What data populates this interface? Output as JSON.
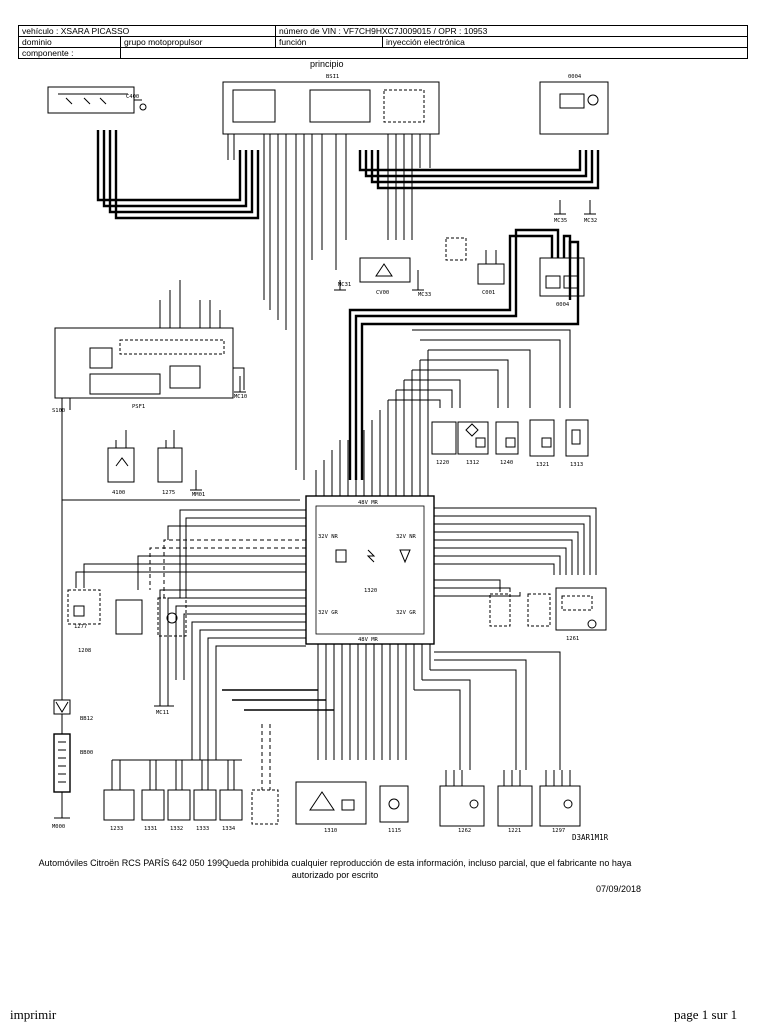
{
  "header": {
    "row1": {
      "left": "vehículo : XSARA PICASSO",
      "right": "número de VIN : VF7CH9HXC7J009015 / OPR : 10953"
    },
    "row2": {
      "c1": "dominio",
      "c2": "grupo motopropulsor",
      "c3": "función",
      "c4": "inyección electrónica"
    },
    "row3": {
      "c1": "componente :",
      "c2": ""
    }
  },
  "diagram_title": "principio",
  "components": {
    "ecu": "1320",
    "bsi": "BSI1",
    "c024": "0004",
    "c0400": "C400",
    "psf": "PSF1",
    "cv00": "CV00",
    "c001": "C001",
    "c004": "0004",
    "c4100": "4100",
    "c1275": "1275",
    "c1220": "1220",
    "c1312": "1312",
    "c1240": "1240",
    "c1321": "1321",
    "c1313": "1313",
    "c1277": "1277",
    "c1208": "1208",
    "c1261": "1261",
    "bb12": "BB12",
    "bb00": "BB00",
    "m000": "M000",
    "c1233": "1233",
    "c1331": "1331",
    "c1332": "1332",
    "c1333": "1333",
    "c1334": "1334",
    "c1310": "1310",
    "c1115": "1115",
    "c1262": "1262",
    "c1221": "1221",
    "c1297": "1297",
    "mc31": "MC31",
    "mc33": "MC33",
    "mc35": "MC35",
    "mc32": "MC32",
    "mc10": "MC10",
    "mm01": "MM01",
    "mc11": "MC11",
    "s100": "S100",
    "drawing_code": "D3AR1M1R"
  },
  "ecu_connectors": {
    "top": "48V MR",
    "left_upper": "32V NR",
    "right_upper": "32V NR",
    "left_lower": "32V GR",
    "right_lower": "32V GR",
    "bottom": "48V MR"
  },
  "copyright": "Automóviles Citroën RCS PARÍS 642 050 199Queda prohibida cualquier reproducción de esta información, incluso parcial, que el fabricante no haya autorizado por escrito",
  "date": "07/09/2018",
  "footer": {
    "left": "imprimir",
    "right": "page 1 sur 1"
  }
}
